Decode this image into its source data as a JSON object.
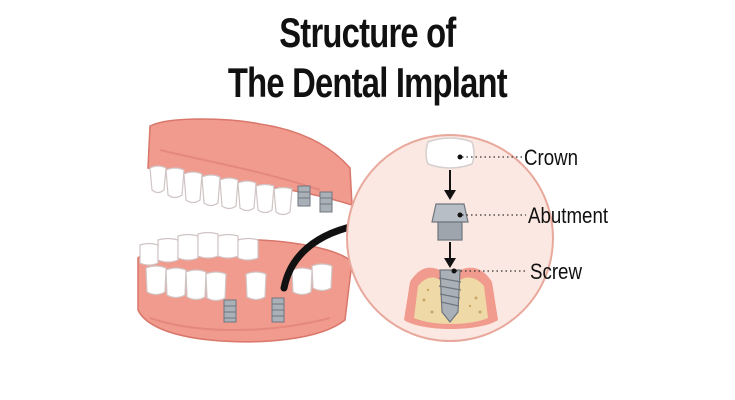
{
  "title": {
    "line1": "Structure of",
    "line2": "The Dental Implant"
  },
  "labels": {
    "crown": "Crown",
    "abutment": "Abutment",
    "screw": "Screw"
  },
  "icons": {
    "jaw": "denture-jaw-icon",
    "arrow": "curved-arrow-icon",
    "crown": "crown-tooth-icon",
    "abutment": "abutment-icon",
    "screw": "implant-screw-icon"
  },
  "colors": {
    "gum": "#f19a8e",
    "gum_dark": "#d9776a",
    "tooth": "#ffffff",
    "circle_bg": "#fbe8e2",
    "circle_border": "#e8a99c",
    "bone": "#efd9a6",
    "metal": "#a9b0b8"
  }
}
